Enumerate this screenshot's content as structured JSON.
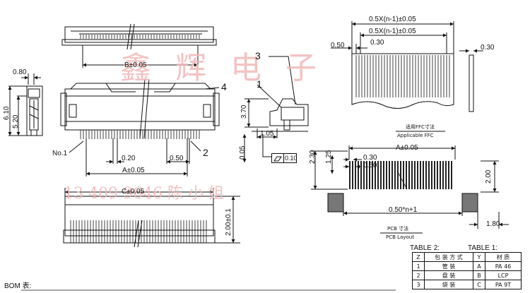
{
  "watermarks": {
    "company": "鑫 辉 电 子",
    "phone": "13 409 9646 陈 小 姐"
  },
  "top_view": {
    "dim_b": "B±0.05"
  },
  "side_view": {
    "dim_080": "0.80",
    "dim_610": "6.10",
    "dim_520": "5.20"
  },
  "front_view": {
    "callout_4": "4",
    "callout_2": "2",
    "no1": "No.1",
    "dim_020": "0.20",
    "dim_050": "0.50",
    "dim_a": "A±0.05"
  },
  "detail_view": {
    "callout_3": "3",
    "callout_1": "1",
    "dim_370": "3.70",
    "dim_105": "1.05",
    "dim_005": "0.05",
    "flatness_value": "0.10"
  },
  "ffc": {
    "dim_top1": "0.5X(n-1)±0.05",
    "dim_top2": "0.5X(n-1)±0.05",
    "dim_050": "0.50",
    "dim_030": "0.30",
    "dim_side": "0.30",
    "caption_cn": "适用FFC寸法",
    "caption_en": "Applicable FFC"
  },
  "pcb": {
    "dim_a": "A±0.05",
    "dim_030": "0.30",
    "dim_050": "0.50",
    "dim_230": "2.30",
    "dim_125": "1.25",
    "dim_200": "2.00",
    "dim_pitch": "0.50*n+1",
    "dim_180": "1.80",
    "caption_cn": "PCB 寸法",
    "caption_en": "PCB Layout"
  },
  "bottom_view": {
    "dim_c": "C±0.05",
    "dim_200": "2.00±0.1"
  },
  "bom": {
    "label": "BOM 表:",
    "table2_title": "TABLE 2:",
    "table1_title": "TABLE 1:",
    "table2_header": [
      "Z",
      "包 装 方 式"
    ],
    "table2_rows": [
      [
        "1",
        "管 装"
      ],
      [
        "2",
        "盘 装"
      ],
      [
        "3",
        "袋 装"
      ]
    ],
    "table1_header": [
      "Y",
      "材  质"
    ],
    "table1_rows": [
      [
        "A",
        "PA 46"
      ],
      [
        "B",
        "LCP"
      ],
      [
        "C",
        "PA 9T"
      ]
    ]
  }
}
